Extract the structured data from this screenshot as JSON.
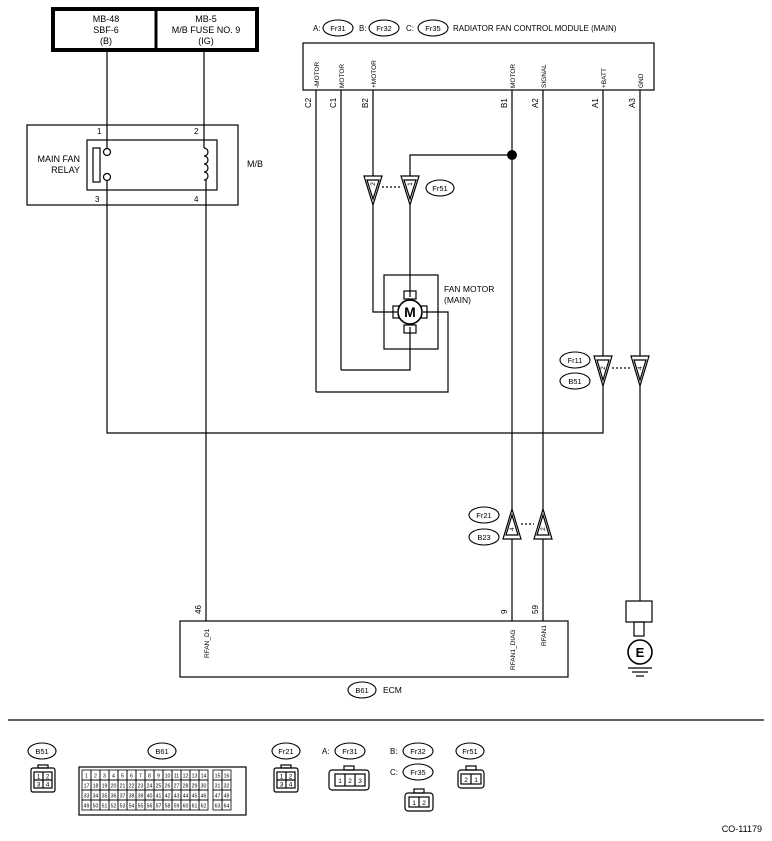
{
  "fuse_box": {
    "left": [
      "MB-48",
      "SBF-6",
      "(B)"
    ],
    "right": [
      "MB-5",
      "M/B FUSE NO. 9",
      "(IG)"
    ]
  },
  "relay": {
    "name_lines": [
      "MAIN FAN",
      "RELAY"
    ],
    "block_label": "M/B",
    "pins": {
      "p1": "1",
      "p2": "2",
      "p3": "3",
      "p4": "4"
    }
  },
  "module": {
    "connectors": [
      {
        "prefix": "A:",
        "id": "Fr31"
      },
      {
        "prefix": "B:",
        "id": "Fr32"
      },
      {
        "prefix": "C:",
        "id": "Fr35"
      }
    ],
    "title": "RADIATOR FAN CONTROL MODULE (MAIN)",
    "pins": [
      {
        "id": "C2",
        "name": "-MOTOR"
      },
      {
        "id": "C1",
        "name": "MOTOR"
      },
      {
        "id": "B2",
        "name": "+MOTOR"
      },
      {
        "id": "B1",
        "name": "MOTOR"
      },
      {
        "id": "A2",
        "name": "SIGNAL"
      },
      {
        "id": "A1",
        "name": "+BATT"
      },
      {
        "id": "A3",
        "name": "GND"
      }
    ]
  },
  "fan_motor": {
    "symbol": "M",
    "label_lines": [
      "FAN MOTOR",
      "(MAIN)"
    ],
    "connector": "Fr51",
    "pins": [
      "2",
      "1"
    ]
  },
  "connector_fr11_b51": {
    "labels": [
      "Fr11",
      "B51"
    ],
    "pins": [
      "2",
      "4"
    ]
  },
  "connector_fr21_b23": {
    "labels": [
      "Fr21",
      "B23"
    ],
    "pins": [
      "4",
      "2"
    ]
  },
  "ground_symbol": "E",
  "ecm": {
    "connector": "B61",
    "name": "ECM",
    "pins": [
      {
        "num": "46",
        "name": "RFAN_D1"
      },
      {
        "num": "9",
        "name": "RFAN1_DIAG"
      },
      {
        "num": "59",
        "name": "RFAN1"
      }
    ]
  },
  "legend": {
    "b51": {
      "label": "B51",
      "cells": [
        "1",
        "2",
        "3",
        "4"
      ]
    },
    "b61": {
      "label": "B61",
      "rows": [
        [
          "1",
          "2",
          "3",
          "4",
          "5",
          "6",
          "7",
          "8",
          "9",
          "10",
          "11",
          "12",
          "13",
          "14",
          "15",
          "16"
        ],
        [
          "17",
          "18",
          "19",
          "20",
          "21",
          "22",
          "23",
          "24",
          "25",
          "26",
          "27",
          "28",
          "29",
          "30",
          "31",
          "32"
        ],
        [
          "33",
          "34",
          "35",
          "36",
          "37",
          "38",
          "39",
          "40",
          "41",
          "42",
          "43",
          "44",
          "45",
          "46",
          "47",
          "48"
        ],
        [
          "49",
          "50",
          "51",
          "52",
          "53",
          "54",
          "55",
          "56",
          "57",
          "58",
          "59",
          "60",
          "61",
          "62",
          "63",
          "64"
        ]
      ]
    },
    "fr21": {
      "label": "Fr21",
      "cells": [
        "1",
        "2",
        "3",
        "4"
      ]
    },
    "fr31": {
      "prefix": "A:",
      "label": "Fr31",
      "cells": [
        "1",
        "2",
        "3"
      ]
    },
    "fr32": {
      "prefix": "B:",
      "label": "Fr32"
    },
    "fr35": {
      "prefix": "C:",
      "label": "Fr35",
      "cells": [
        "1",
        "2"
      ]
    },
    "fr51": {
      "label": "Fr51",
      "cells": [
        "2",
        "1"
      ]
    }
  },
  "code": "CO-11179"
}
